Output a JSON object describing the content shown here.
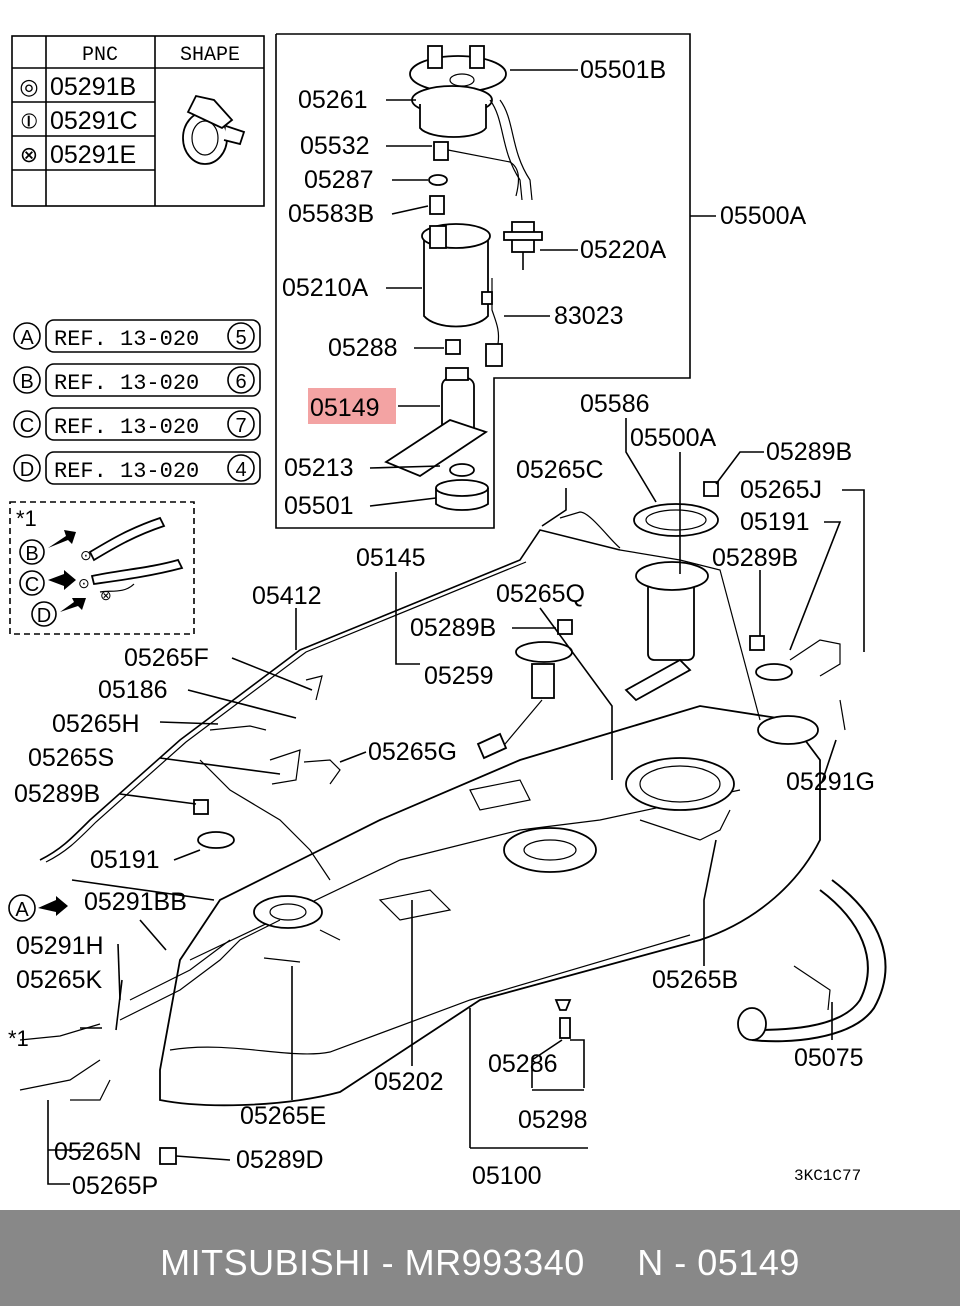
{
  "pnc_table": {
    "headers": [
      "PNC",
      "SHAPE"
    ],
    "rows": [
      {
        "symbol": "◎",
        "pnc": "05291B"
      },
      {
        "symbol": "⦶",
        "pnc": "05291C"
      },
      {
        "symbol": "⊗",
        "pnc": "05291E"
      }
    ]
  },
  "references": [
    {
      "letter": "A",
      "ref": "REF. 13-020",
      "num": "5"
    },
    {
      "letter": "B",
      "ref": "REF. 13-020",
      "num": "6"
    },
    {
      "letter": "C",
      "ref": "REF. 13-020",
      "num": "7"
    },
    {
      "letter": "D",
      "ref": "REF. 13-020",
      "num": "4"
    }
  ],
  "detail": {
    "title": "*1",
    "letters": [
      "B",
      "C",
      "D"
    ]
  },
  "part_labels": {
    "p05501B": "05501B",
    "p05261": "05261",
    "p05532": "05532",
    "p05287": "05287",
    "p05583B": "05583B",
    "p05500A_box": "05500A",
    "p05220A": "05220A",
    "p05210A": "05210A",
    "p83023": "83023",
    "p05288": "05288",
    "p05149": "05149",
    "p05213": "05213",
    "p05501": "05501",
    "p05586": "05586",
    "p05500A": "05500A",
    "p05289B_a": "05289B",
    "p05265J": "05265J",
    "p05191_a": "05191",
    "p05289B_b": "05289B",
    "p05265C": "05265C",
    "p05145": "05145",
    "p05265Q": "05265Q",
    "p05412": "05412",
    "p05289B_c": "05289B",
    "p05259": "05259",
    "p05265F": "05265F",
    "p05186": "05186",
    "p05265H": "05265H",
    "p05265S": "05265S",
    "p05265G": "05265G",
    "p05291G": "05291G",
    "p05289B_d": "05289B",
    "p05191_b": "05191",
    "p05291BB": "05291BB",
    "p05291H": "05291H",
    "p05265K": "05265K",
    "p05265B": "05265B",
    "p05075": "05075",
    "p05286": "05286",
    "p05202": "05202",
    "p05265E": "05265E",
    "p05298": "05298",
    "p05265N": "05265N",
    "p05289D": "05289D",
    "p05100": "05100",
    "p05265P": "05265P",
    "ref_A_bottom": "A",
    "star_bottom": "*1"
  },
  "diagram_code": "3KC1C77",
  "footer": {
    "brand": "MITSUBISHI",
    "part_number": "MR993340",
    "pnc": "N - 05149",
    "text": "MITSUBISHI - MR993340     N - 05149"
  },
  "colors": {
    "highlight": "#f3a3a3",
    "footer_bg": "#888888",
    "footer_text": "#ffffff"
  }
}
